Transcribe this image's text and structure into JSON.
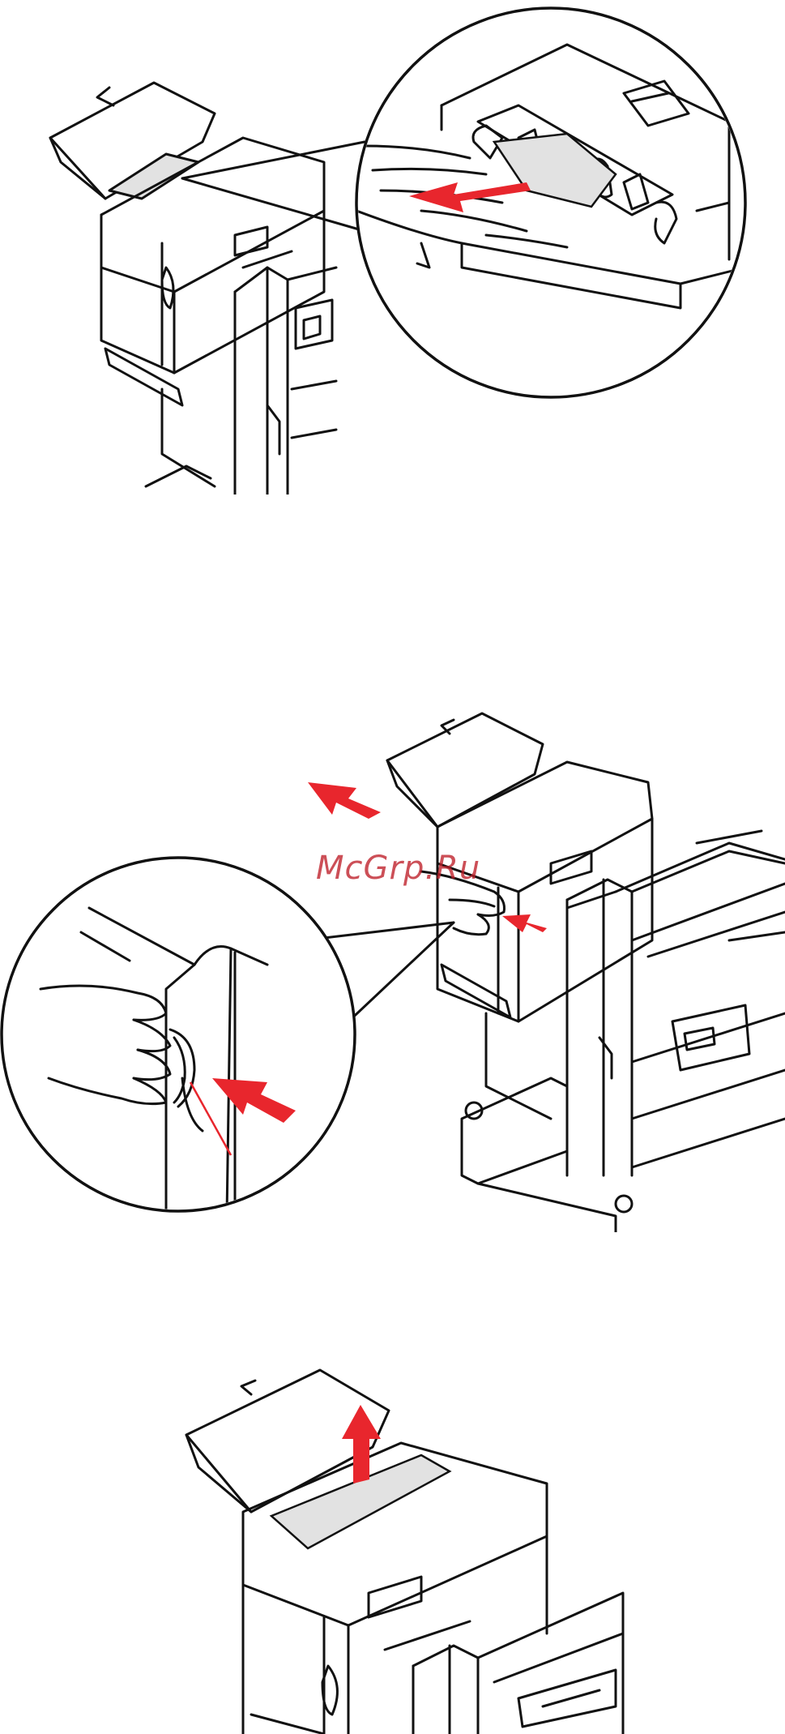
{
  "document": {
    "watermark": "McGrp.Ru",
    "panels": [
      {
        "id": "panel-1",
        "illustration": "finisher-paper-tray-jam-clearing-detail"
      },
      {
        "id": "panel-2",
        "illustration": "finisher-release-latch-push-detail"
      },
      {
        "id": "panel-3",
        "illustration": "finisher-top-cover-lift"
      }
    ]
  },
  "colors": {
    "line": "#111111",
    "arrow": "#e8262d",
    "paper": "#e2e2e2",
    "background": "#ffffff"
  },
  "icons": {
    "pull-arrow": "arrow-left",
    "push-arrow": "arrow-right",
    "lift-arrow": "arrow-up"
  }
}
